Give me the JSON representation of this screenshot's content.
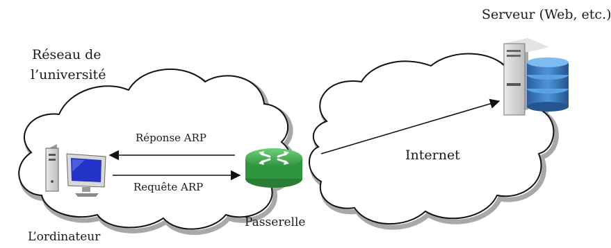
{
  "labels": {
    "server": "Serveur (Web, etc.)",
    "university_line1": "Réseau de",
    "university_line2": "l’université",
    "arp_reply": "Réponse ARP",
    "arp_request": "Requête ARP",
    "internet": "Internet",
    "gateway": "Passerelle",
    "computer": "L’ordinateur"
  },
  "icons": {
    "computer": "desktop-computer-icon",
    "router": "router-icon",
    "server": "database-server-icon"
  },
  "colors": {
    "router": "#3fae4f",
    "database": "#2f6fb5",
    "screen": "#2433c8",
    "cloud_stroke": "#111111",
    "cloud_shadow": "#9a9a9a"
  }
}
